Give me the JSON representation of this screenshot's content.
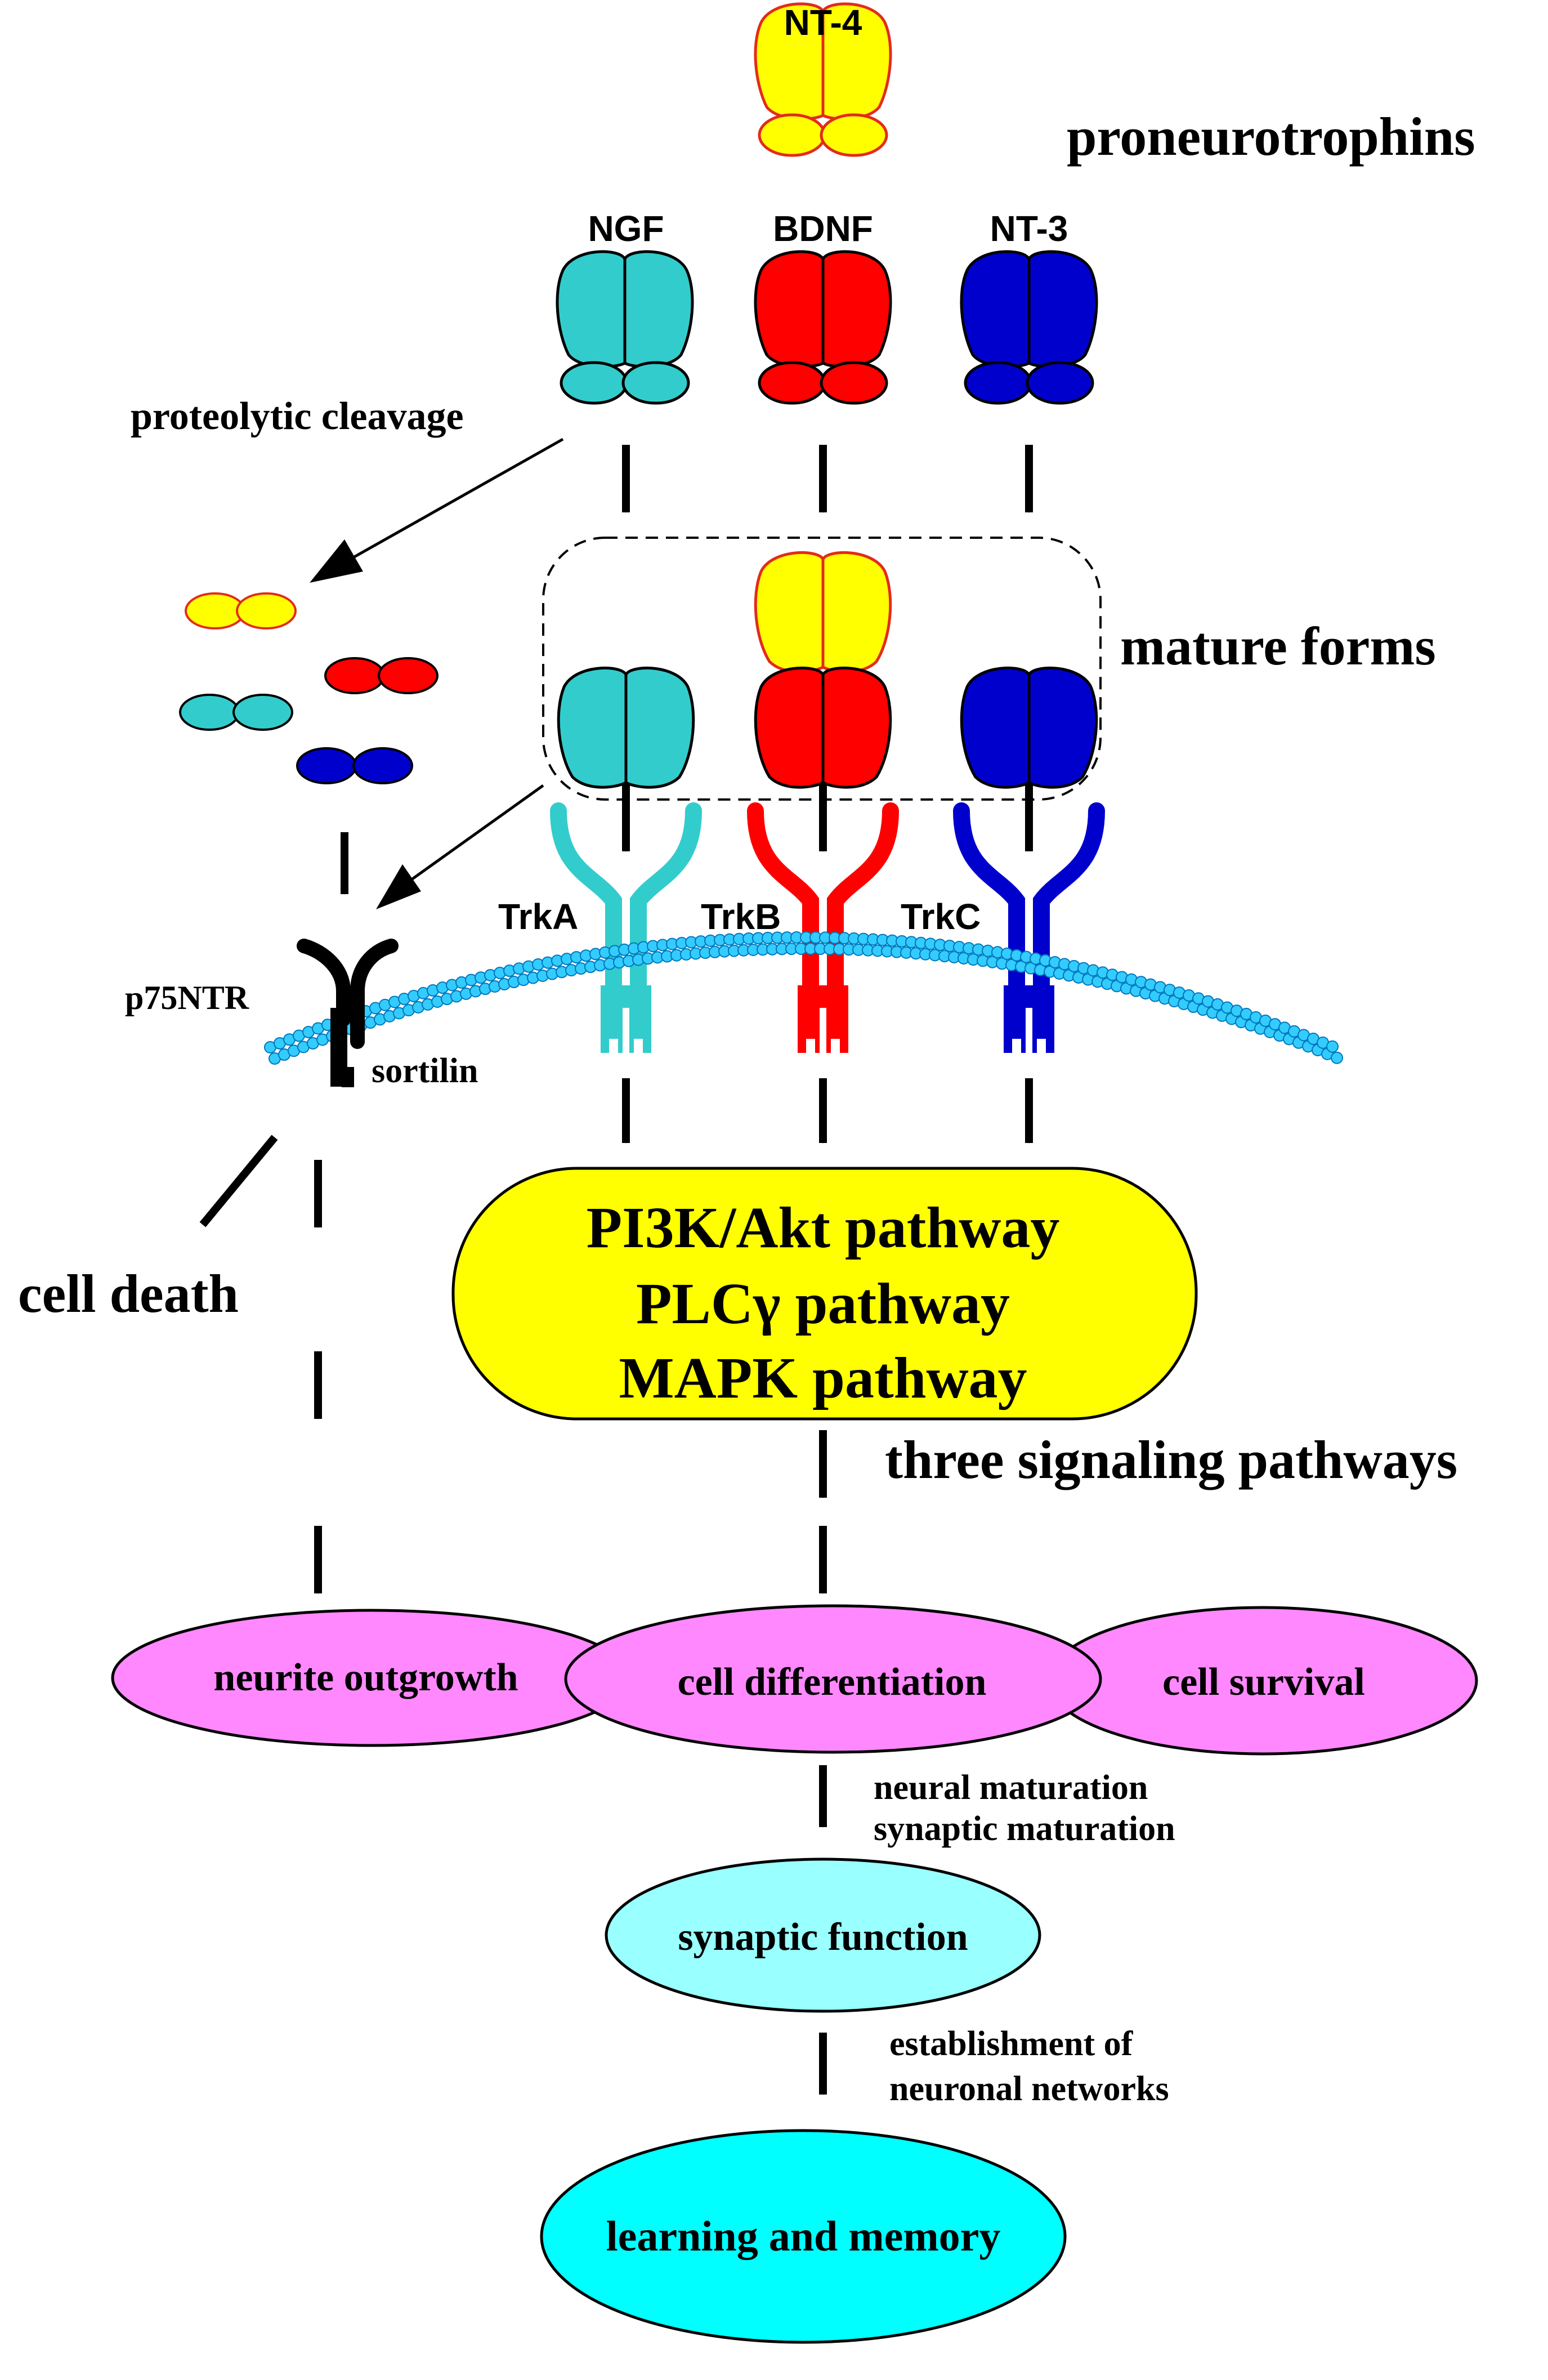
{
  "colors": {
    "ngf": "#33cccc",
    "bdnf": "#ff0000",
    "nt3": "#0000cc",
    "nt4": "#ffff00",
    "nt4_outline": "#e32b1b",
    "membrane": "#33ccff",
    "pathway_box": "#ffff00",
    "outcome": "#ff88ff",
    "synaptic": "#99ffff",
    "learning": "#00ffff"
  },
  "labels": {
    "nt4": "NT-4",
    "ngf": "NGF",
    "bdnf": "BDNF",
    "nt3": "NT-3",
    "proneurotrophins": "proneurotrophins",
    "proteolytic_cleavage": "proteolytic cleavage",
    "mature_forms": "mature forms",
    "trka": "TrkA",
    "trkb": "TrkB",
    "trkc": "TrkC",
    "p75ntr": "p75NTR",
    "sortilin": "sortilin",
    "cell_death": "cell death",
    "three_signaling_pathways": "three signaling pathways",
    "neural_maturation": "neural maturation",
    "synaptic_maturation": "synaptic maturation",
    "establishment_of": "establishment of",
    "neuronal_networks": "neuronal networks"
  },
  "pathways": [
    "PI3K/Akt pathway",
    "PLCγ pathway",
    "MAPK pathway"
  ],
  "outcomes": {
    "neurite_outgrowth": "neurite outgrowth",
    "cell_differentiation": "cell differentiation",
    "cell_survival": "cell survival",
    "synaptic_function": "synaptic function",
    "learning_memory": "learning and memory"
  }
}
